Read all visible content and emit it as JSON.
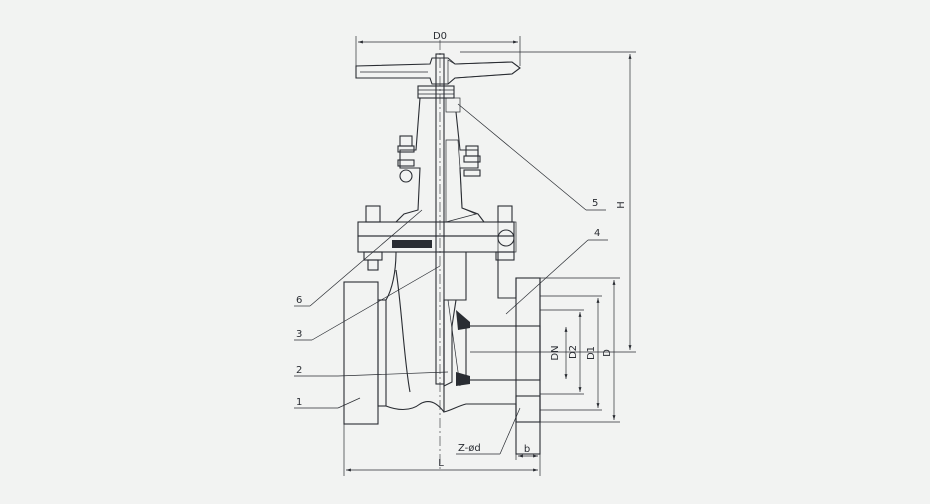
{
  "dimensions": {
    "d0": "D0",
    "h": "H",
    "dn": "DN",
    "d2": "D2",
    "d1": "D1",
    "d": "D",
    "l": "L",
    "b": "b",
    "bolt_holes": "Z-ød"
  },
  "part_labels": [
    "1",
    "2",
    "3",
    "4",
    "5",
    "6"
  ]
}
